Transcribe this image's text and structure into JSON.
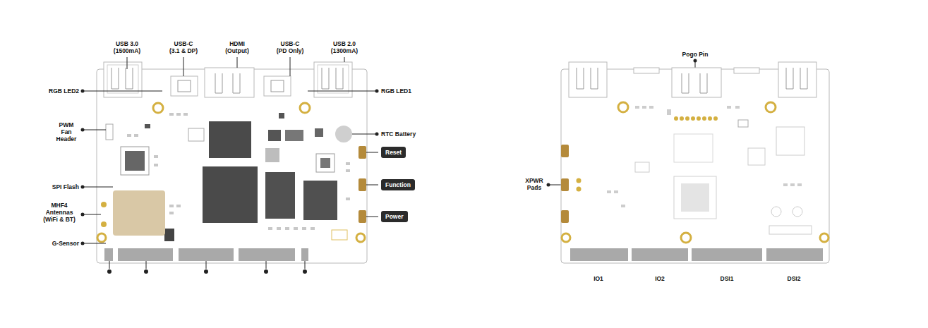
{
  "diagram": {
    "nodes": [
      {
        "text": [
          "Reset"
        ]
      },
      {
        "text": [
          "Function"
        ]
      },
      {
        "text": [
          "Power"
        ]
      }
    ],
    "labels": [
      "USB 3.0 (1500mA)",
      "USB-C (3.1 & DP)",
      "HDMI (Output)",
      "USB-C (PD Only)",
      "USB 2.0 (1300mA)",
      "RGB LED2",
      "PWM Fan Header",
      "SPI Flash",
      "MHF4 Antennas (WiFi & BT)",
      "G-Sensor",
      "RGB LED1",
      "RTC Battery",
      "Pogo Pin",
      "XPWR Pads",
      "IO1",
      "IO2",
      "DSI1",
      "DSI2"
    ]
  }
}
